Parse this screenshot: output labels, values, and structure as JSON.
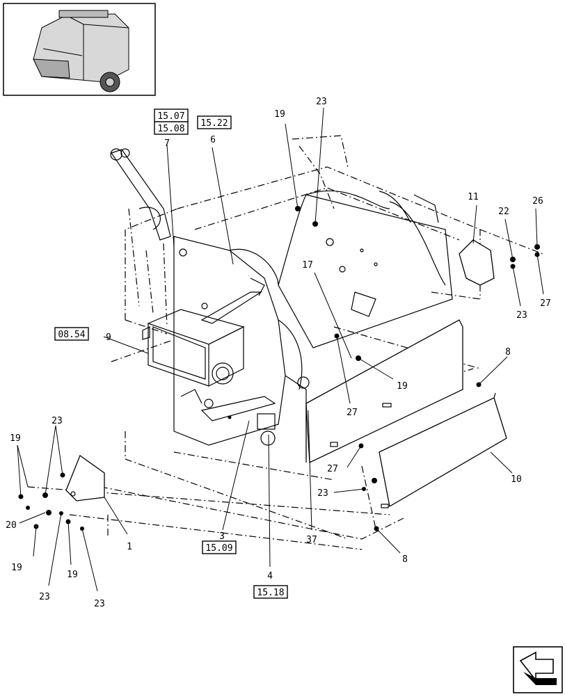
{
  "ref_boxes": [
    {
      "id": "ref-15-07",
      "text": "15.07"
    },
    {
      "id": "ref-15-08",
      "text": "15.08"
    },
    {
      "id": "ref-15-22",
      "text": "15.22"
    },
    {
      "id": "ref-08-54",
      "text": "08.54"
    },
    {
      "id": "ref-15-09",
      "text": "15.09"
    },
    {
      "id": "ref-15-18",
      "text": "15.18"
    }
  ],
  "callouts": {
    "c7": "7",
    "c6": "6",
    "c19a": "19",
    "c23a": "23",
    "c11": "11",
    "c22": "22",
    "c26": "26",
    "c27a": "27",
    "c23b": "23",
    "c17": "17",
    "c9": "9",
    "c27b": "27",
    "c19b": "19",
    "c8a": "8",
    "c10": "10",
    "c27c": "27",
    "c23c": "23",
    "c37": "37",
    "c8b": "8",
    "c3": "3",
    "c4": "4",
    "c1": "1",
    "c19c": "19",
    "c23d": "23",
    "c20": "20",
    "c19d": "19",
    "c19e": "19",
    "c23e": "23",
    "c23f": "23"
  },
  "icons": {
    "thumbnail": "round-baler-thumbnail-icon",
    "navigation": "next-page-arrow-icon"
  }
}
